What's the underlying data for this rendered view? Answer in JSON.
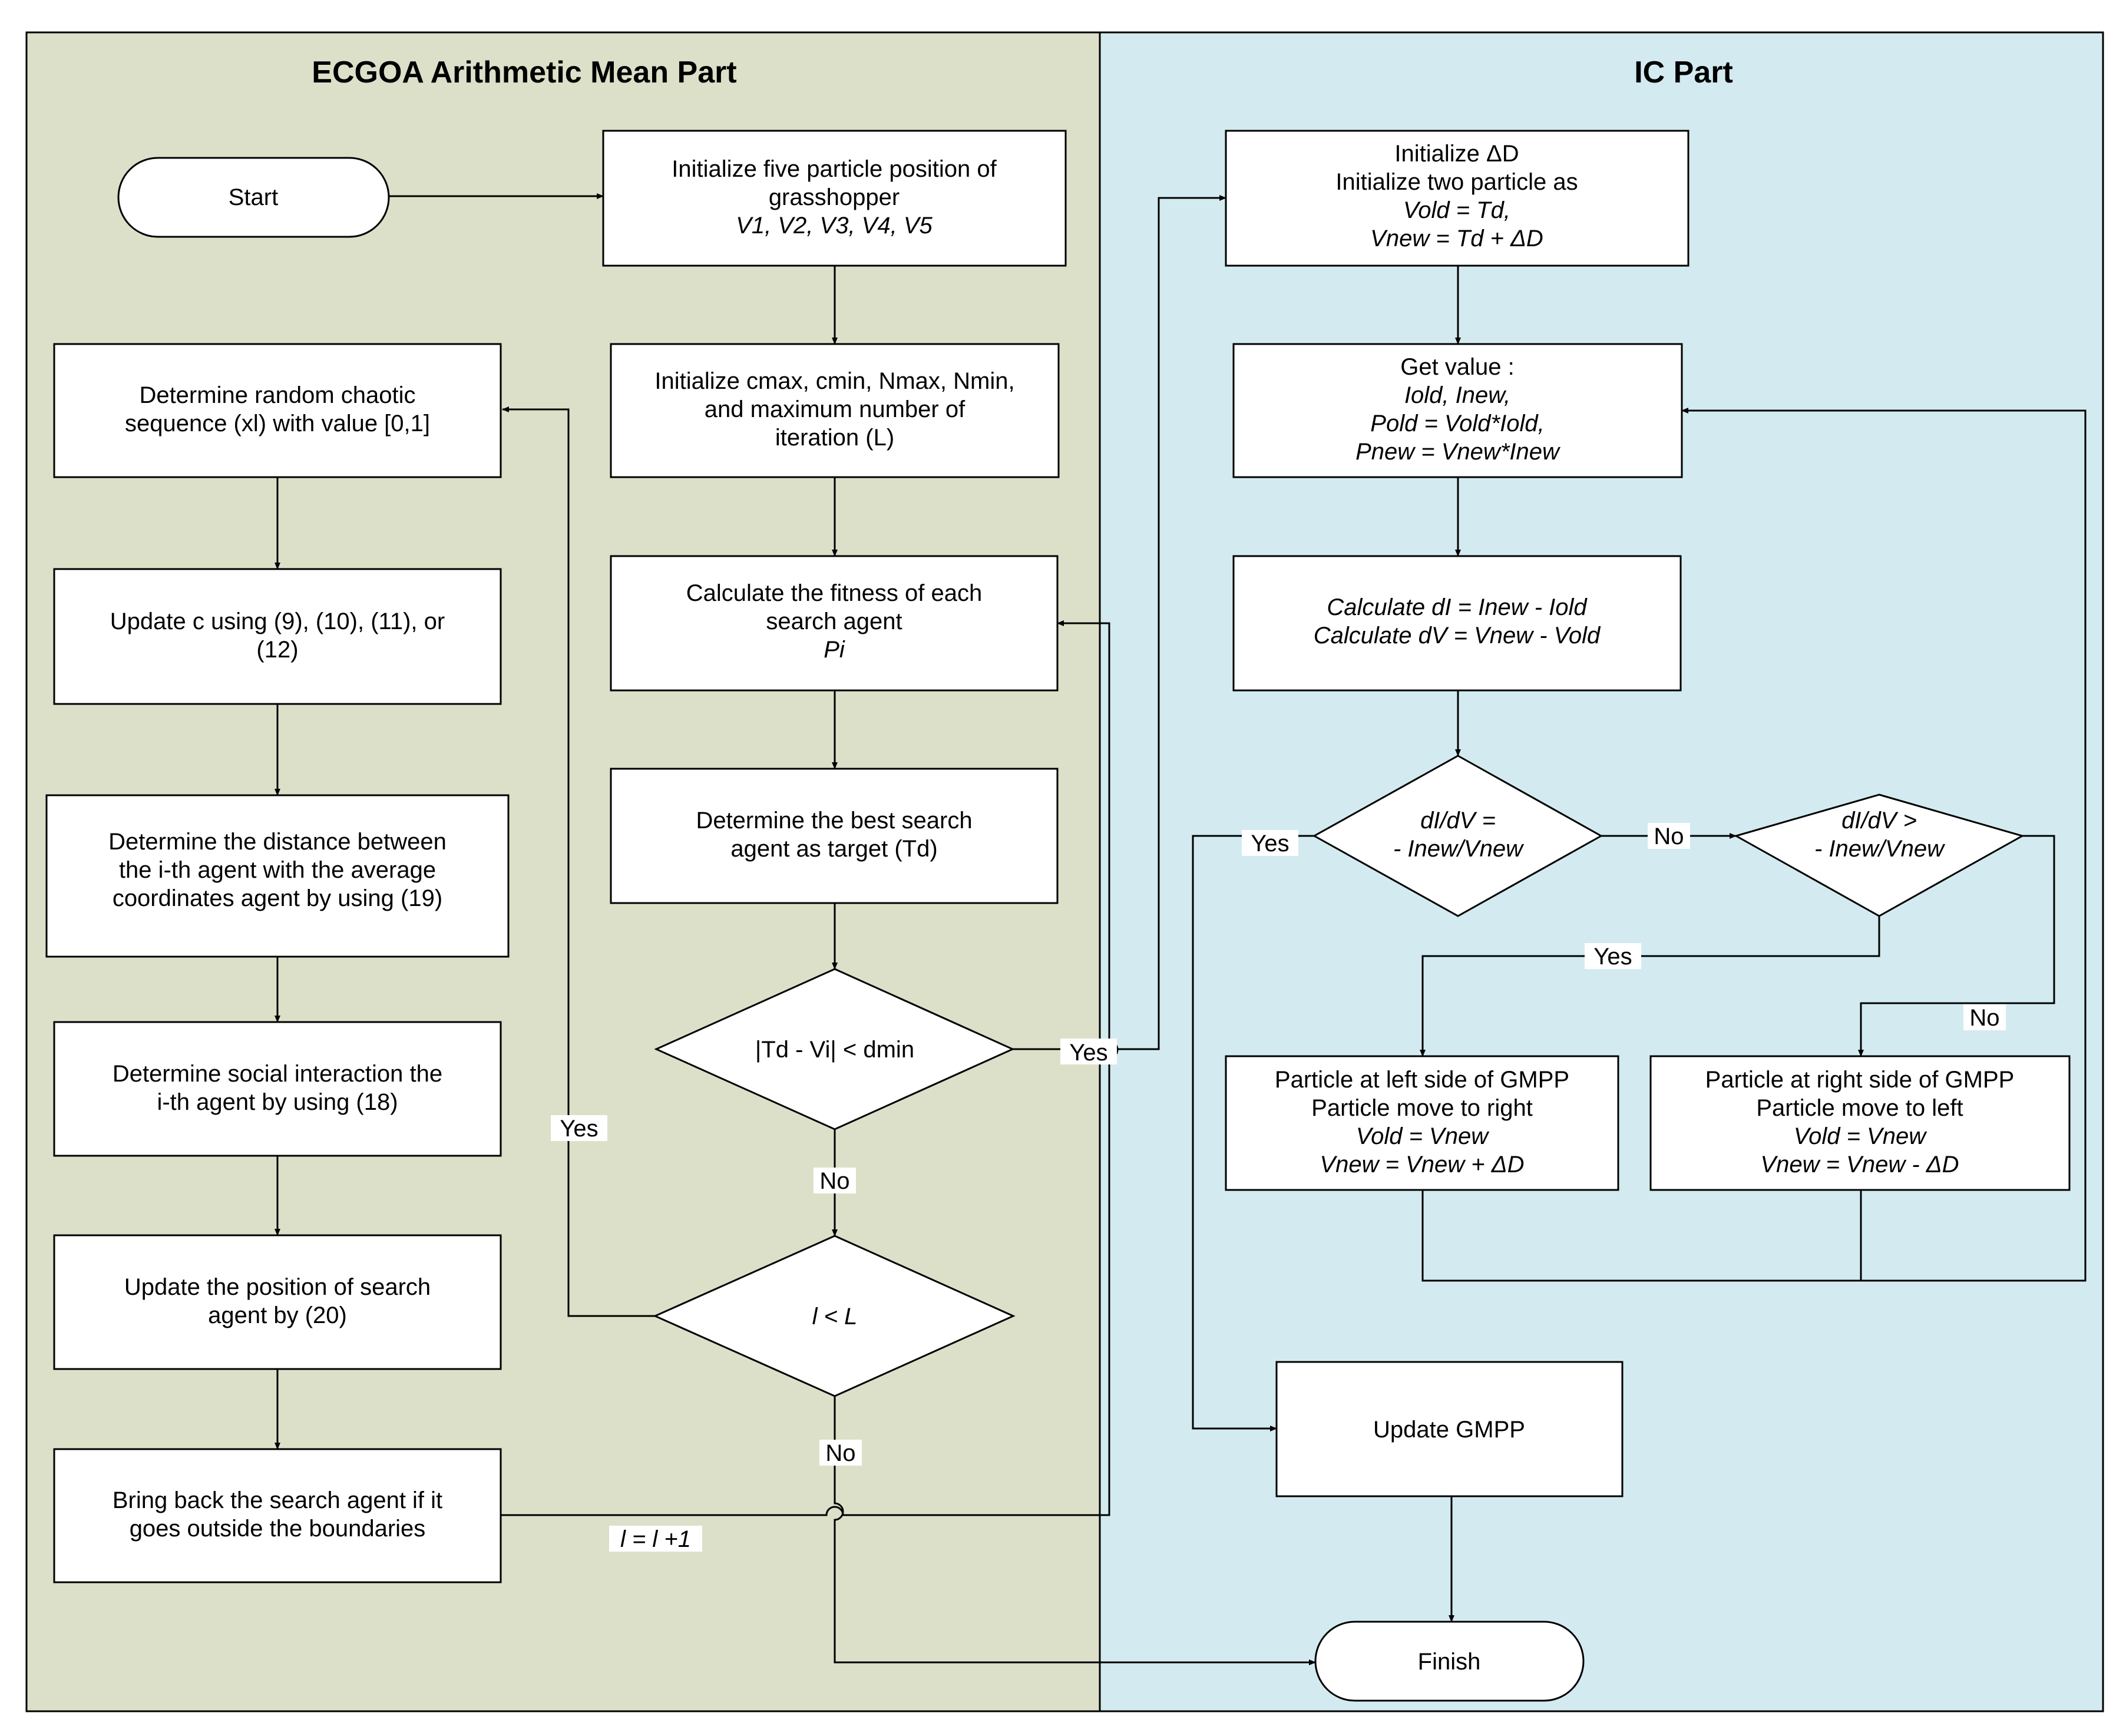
{
  "colors": {
    "left_panel": "#dde0c9",
    "right_panel": "#d3ebf0",
    "stroke": "#000000"
  },
  "panels": {
    "left_title": "ECGOA Arithmetic Mean Part",
    "right_title": "IC Part"
  },
  "nodes": {
    "start": "Start",
    "init_pos": {
      "l1": "Initialize five particle position of",
      "l2": "grasshopper",
      "l3": "V1, V2, V3, V4, V5"
    },
    "init_params": {
      "l1": "Initialize cmax, cmin, Nmax, Nmin,",
      "l2": "and maximum number of",
      "l3": "iteration (L)"
    },
    "fitness": {
      "l1": "Calculate the fitness of each",
      "l2": "search agent",
      "l3": "Pi"
    },
    "best": {
      "l1": "Determine the best search",
      "l2": "agent as target (Td)"
    },
    "cond_dist": "|Td - Vi| < dmin",
    "cond_iter": "l < L",
    "chaotic": {
      "l1": "Determine random chaotic",
      "l2": "sequence (xl) with value [0,1]"
    },
    "update_c": {
      "l1": "Update c using (9), (10), (11), or",
      "l2": "(12)"
    },
    "distance": {
      "l1": "Determine the distance between",
      "l2": "the i-th agent with the average",
      "l3": "coordinates agent by using (19)"
    },
    "social": {
      "l1": "Determine social interaction the",
      "l2": "i-th agent by using (18)"
    },
    "update_pos": {
      "l1": "Update the position of search",
      "l2": "agent by (20)"
    },
    "bring_back": {
      "l1": "Bring back the search agent if it",
      "l2": "goes outside the boundaries"
    },
    "ic_init": {
      "l1": "Initialize ΔD",
      "l2": "Initialize two particle as",
      "l3": "Vold = Td,",
      "l4": "Vnew = Td + ΔD"
    },
    "get_value": {
      "l1": "Get value :",
      "l2": "Iold,  Inew,",
      "l3": "Pold = Vold*Iold,",
      "l4": "Pnew = Vnew*Inew"
    },
    "calc_d": {
      "l1": "Calculate dI = Inew - Iold",
      "l2": "Calculate dV = Vnew - Vold"
    },
    "cond_eq": {
      "l1": "dI/dV =",
      "l2": "- Inew/Vnew"
    },
    "cond_gt": {
      "l1": "dI/dV >",
      "l2": "- Inew/Vnew"
    },
    "left_side": {
      "l1": "Particle at left side of GMPP",
      "l2": "Particle move to right",
      "l3": "Vold = Vnew",
      "l4": "Vnew = Vnew + ΔD"
    },
    "right_side": {
      "l1": "Particle at right side of GMPP",
      "l2": "Particle move to left",
      "l3": "Vold = Vnew",
      "l4": "Vnew = Vnew - ΔD"
    },
    "update_gmpp": "Update GMPP",
    "finish": "Finish"
  },
  "edge_labels": {
    "dist_yes": "Yes",
    "dist_no": "No",
    "iter_yes": "Yes",
    "iter_no": "No",
    "increment": "l = l +1",
    "eq_yes": "Yes",
    "eq_no": "No",
    "gt_yes": "Yes",
    "gt_no": "No"
  }
}
